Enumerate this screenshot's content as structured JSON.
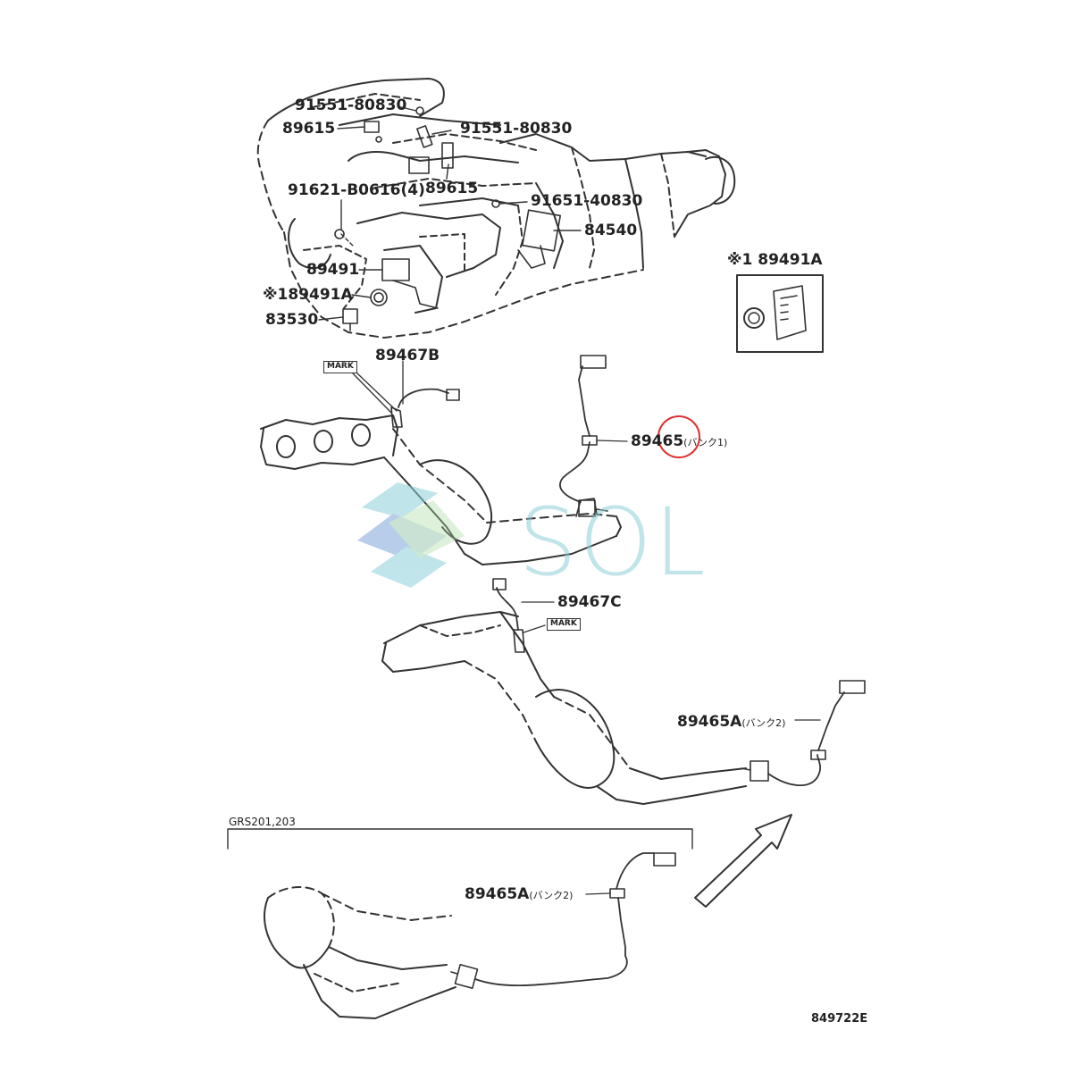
{
  "colors": {
    "line": "#333333",
    "highlight": "#e03030",
    "watermark": "#8ccfd8"
  },
  "labels": {
    "l_91551_top": "91551-80830",
    "l_89615_left": "89615",
    "l_91551_right": "91551-80830",
    "l_91621": "91621-B0616(4)",
    "l_89615_mid": "89615",
    "l_91651": "91651-40830",
    "l_84540": "84540",
    "l_89491": "89491",
    "l_89491a_left": "※189491A",
    "l_83530": "83530",
    "l_89491a_box": "※1 89491A",
    "l_89467b": "89467B",
    "l_89465_code": "89465",
    "l_89465_sub": "(バンク1)",
    "l_89467c": "89467C",
    "l_89465a_right_code": "89465A",
    "l_89465a_right_sub": "(バンク2)",
    "l_89465a_bottom_code": "89465A",
    "l_89465a_bottom_sub": "(バンク2)"
  },
  "mark_label": "MARK",
  "variant_note": "GRS201,203",
  "figure_code": "849722E",
  "watermark_text": "SOL"
}
